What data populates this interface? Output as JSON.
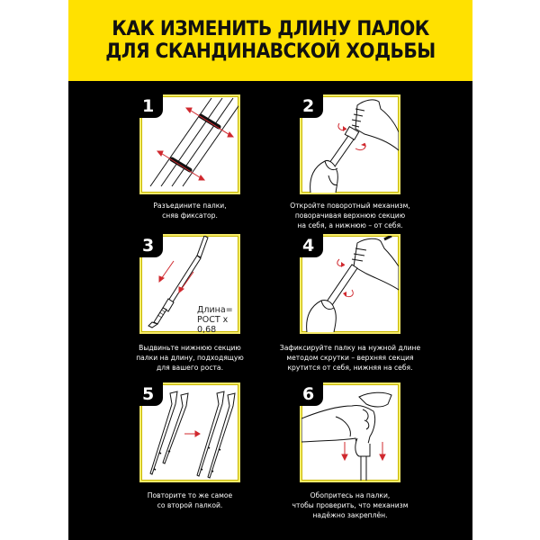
{
  "header": {
    "title_lines": [
      "КАК ИЗМЕНИТЬ ДЛИНУ ПАЛОК",
      "ДЛЯ СКАНДИНАВСКОЙ ХОДЬБЫ"
    ],
    "background_color": "#ffe100",
    "text_color": "#111111"
  },
  "colors": {
    "page_background": "#000000",
    "panel_background": "#ffffff",
    "panel_border": "#f5ea6a",
    "arrow_red": "#d0282e",
    "caption_text": "#ffffff"
  },
  "steps": [
    {
      "number": "1",
      "illustration": "poles-with-clips-separated-icon",
      "caption_lines": [
        "Разъедините палки,",
        "сняв фиксатор."
      ]
    },
    {
      "number": "2",
      "illustration": "hands-twisting-pole-open-icon",
      "caption_lines": [
        "Откройте поворотный механизм,",
        "поворачивая верхнюю секцию",
        "на себя, а нижнюю – от себя."
      ]
    },
    {
      "number": "3",
      "illustration": "extend-lower-section-icon",
      "formula_lines": [
        "Длина=",
        "РОСТ x 0,68"
      ],
      "caption_lines": [
        "Выдвиньте нижнюю секцию",
        "палки на длину, подходящую",
        "для вашего роста."
      ]
    },
    {
      "number": "4",
      "illustration": "hands-twisting-pole-lock-icon",
      "caption_lines": [
        "Зафиксируйте палку на нужной длине",
        "методом скрутки – верхняя секция",
        "крутится от себя, нижняя на себя."
      ]
    },
    {
      "number": "5",
      "illustration": "repeat-second-pole-icon",
      "caption_lines": [
        "Повторите то же самое",
        "со второй палкой."
      ]
    },
    {
      "number": "6",
      "illustration": "lean-on-poles-check-icon",
      "caption_lines": [
        "Обопритесь на палки,",
        "чтобы проверить, что механизм",
        "надёжно закреплён."
      ]
    }
  ]
}
